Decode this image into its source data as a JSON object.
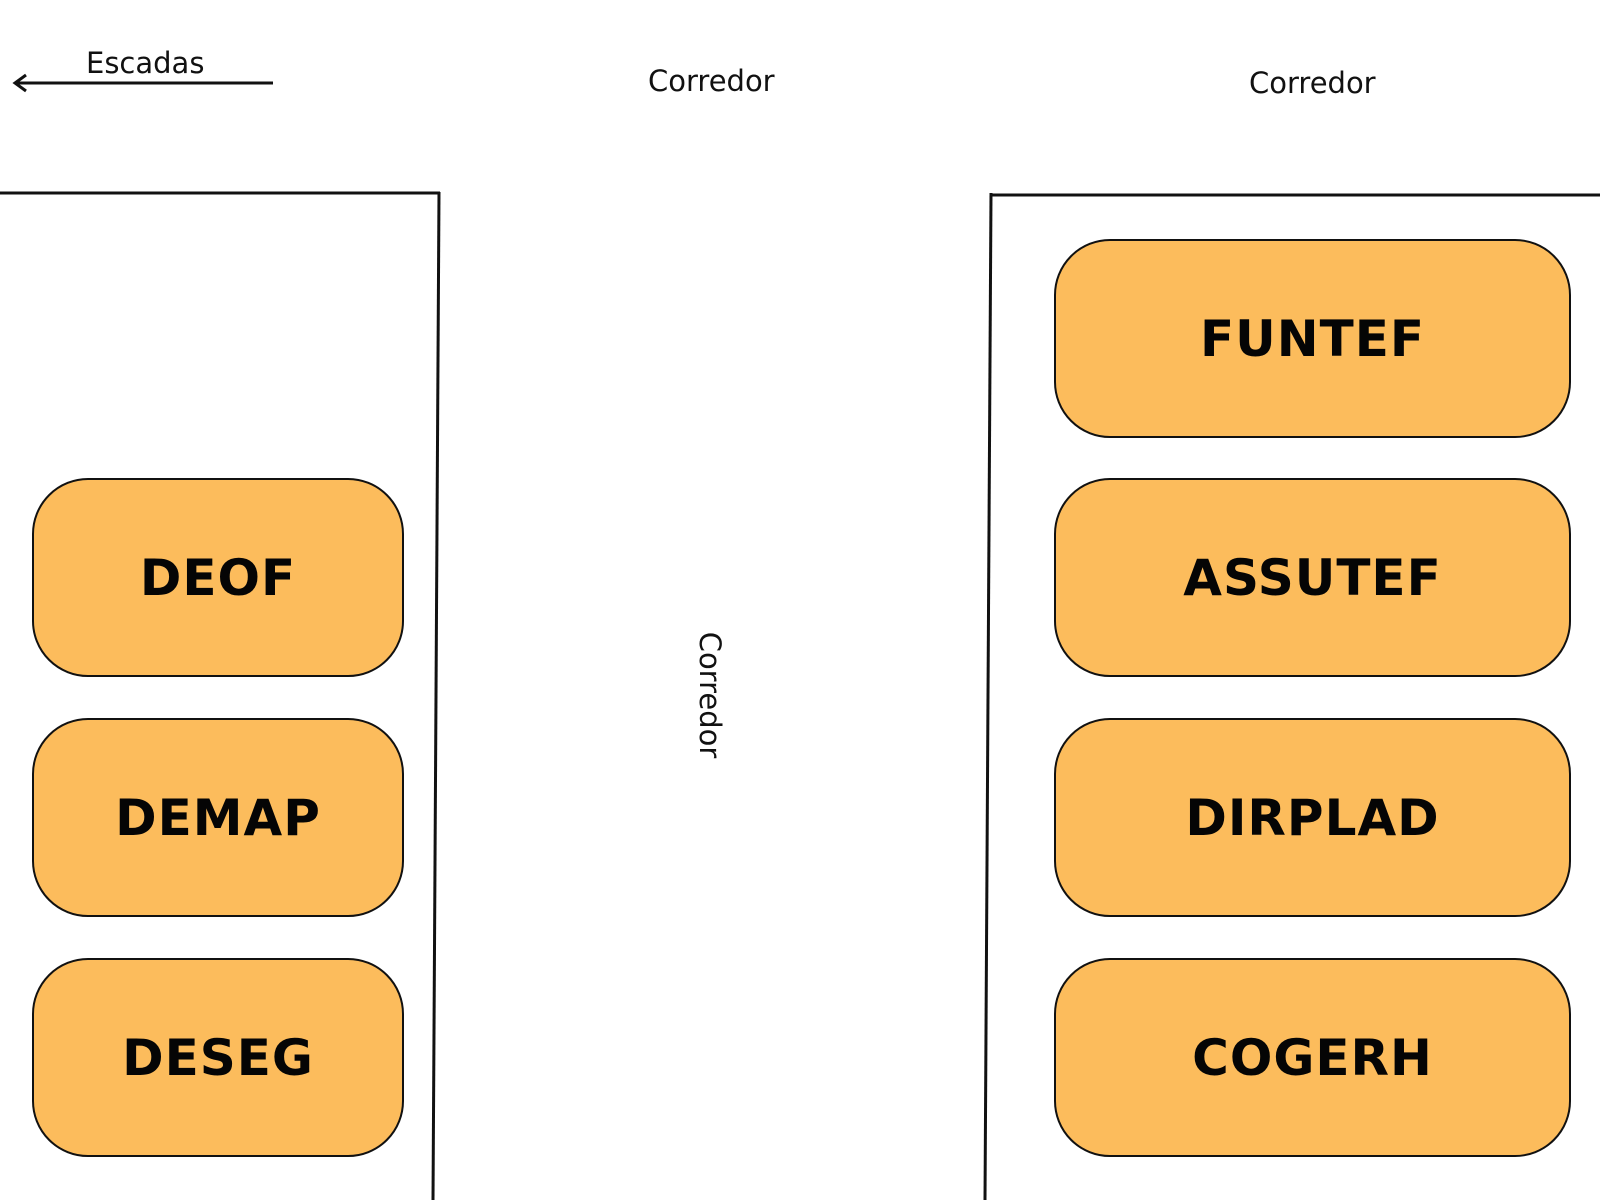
{
  "labels": {
    "stairs": "Escadas",
    "corridor_top_center": "Corredor",
    "corridor_top_right": "Corredor",
    "corridor_vertical": "Corredor"
  },
  "rooms": {
    "left": [
      "DEOF",
      "DEMAP",
      "DESEG"
    ],
    "right": [
      "FUNTEF",
      "ASSUTEF",
      "DIRPLAD",
      "COGERH"
    ]
  },
  "colors": {
    "room_fill": "#FCBC5C",
    "outline": "#111111"
  }
}
